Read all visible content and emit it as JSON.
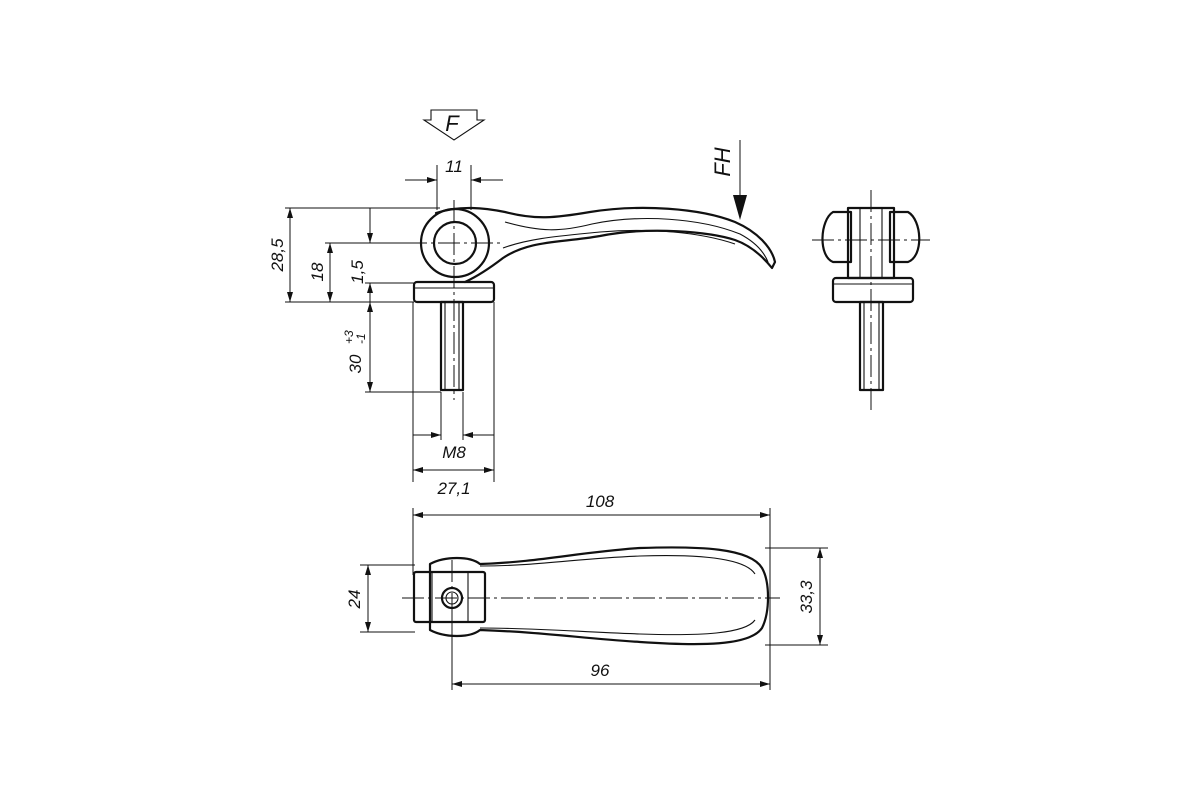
{
  "labels": {
    "force": "F",
    "hand_force": "FH"
  },
  "dimensions": {
    "width_11": "11",
    "height_28_5": "28,5",
    "height_18": "18",
    "height_1_5": "1,5",
    "thread_length": "30",
    "thread_tol_plus": "+3",
    "thread_tol_minus": "-1",
    "thread": "M8",
    "width_27_1": "27,1",
    "length_108": "108",
    "length_96": "96",
    "width_24": "24",
    "width_33_3": "33,3"
  },
  "colors": {
    "line": "#111111",
    "background": "#ffffff"
  }
}
